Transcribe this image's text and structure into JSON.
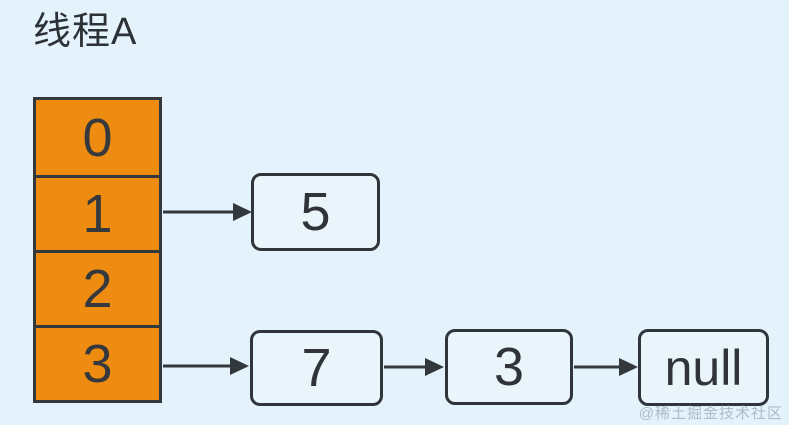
{
  "title": "线程A",
  "watermark": "@稀土掘金技术社区",
  "colors": {
    "page_background": "#e3f2fb",
    "bucket_fill": "#ee8c11",
    "node_fill": "#eaf5fb",
    "stroke": "#33383d",
    "text": "#2f343a",
    "watermark_color": "#9fb0b8"
  },
  "hash_table": {
    "buckets": [
      {
        "index": "0"
      },
      {
        "index": "1"
      },
      {
        "index": "2"
      },
      {
        "index": "3"
      }
    ]
  },
  "chains": [
    {
      "from_bucket": "1",
      "nodes": [
        {
          "value": "5"
        }
      ]
    },
    {
      "from_bucket": "3",
      "nodes": [
        {
          "value": "7"
        },
        {
          "value": "3"
        },
        {
          "value": "null"
        }
      ]
    }
  ]
}
